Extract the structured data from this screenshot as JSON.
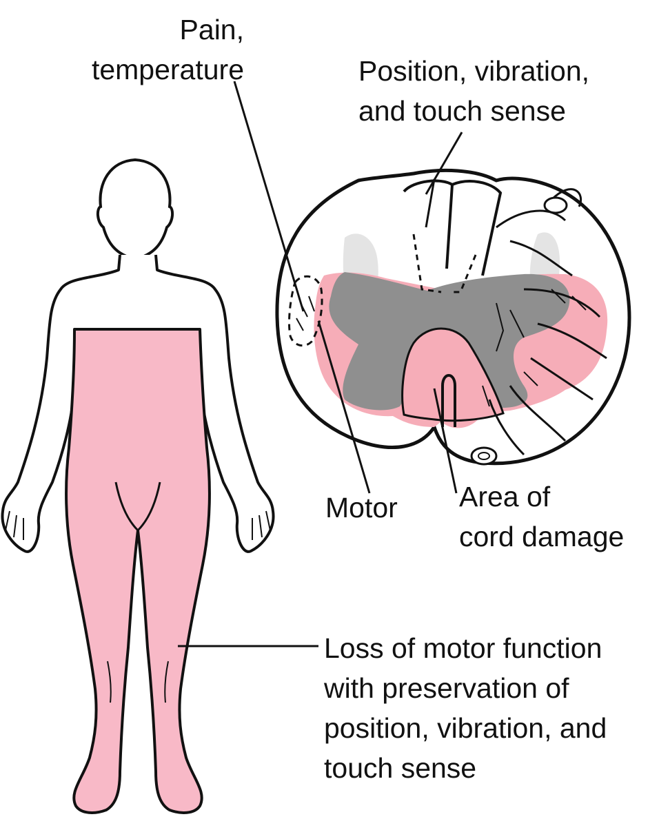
{
  "labels": {
    "pain_temp": [
      "Pain,",
      "temperature"
    ],
    "position_vibration": [
      "Position, vibration,",
      "and touch sense"
    ],
    "motor": "Motor",
    "area_damage": [
      "Area of",
      "cord damage"
    ],
    "loss_motor": [
      "Loss of motor function",
      "with preservation of",
      "position, vibration, and",
      "touch sense"
    ]
  },
  "colors": {
    "damage_pink": "#f6adb8",
    "body_pink": "#f8b9c7",
    "gray_matter": "#8f8f8f",
    "light_gray": "#e4e4e4",
    "ink": "#111111"
  }
}
